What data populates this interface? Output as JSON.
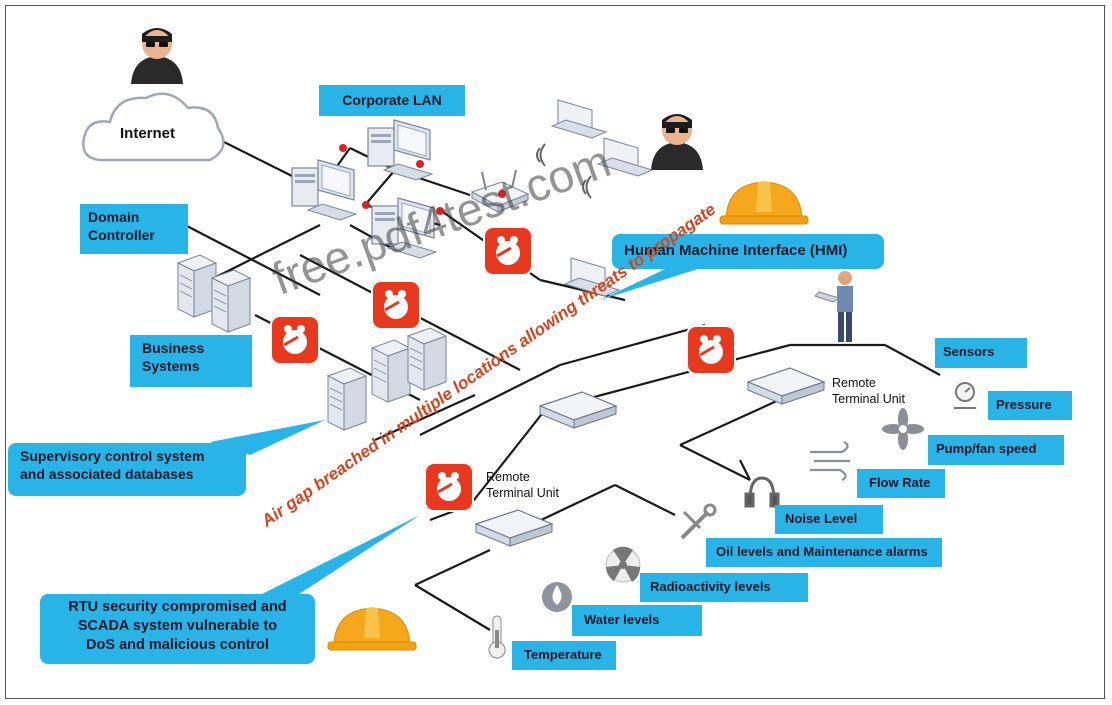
{
  "labels": {
    "internet": "Internet",
    "corporate_lan": "Corporate LAN",
    "domain_controller": "Domain\nController",
    "business_systems": "Business\nSystems",
    "hmi": "Human Machine Interface (HMI)",
    "supervisory": "Supervisory control system\nand associated databases",
    "rtu_callout": "RTU security compromised and\nSCADA system vulnerable to\nDoS and malicious control",
    "rtu_top": "Remote\nTerminal Unit",
    "rtu_bottom": "Remote\nTerminal Unit",
    "sensors": "Sensors",
    "pressure": "Pressure",
    "pump_fan": "Pump/fan speed",
    "flow_rate": "Flow Rate",
    "noise_level": "Noise Level",
    "oil_levels": "Oil levels and Maintenance alarms",
    "radioactivity": "Radioactivity levels",
    "water_levels": "Water levels",
    "temperature": "Temperature",
    "air_gap": "Air gap breached in multiple locations allowing threats to propagate",
    "watermark": "free.pdf4test.com"
  },
  "colors": {
    "box": "#29b4e8",
    "threat": "#e8391e",
    "air_gap_text": "#d9431c",
    "line": "#1a1a1a"
  },
  "icons": [
    "hacker-icon",
    "cloud-icon",
    "computer-icon",
    "server-icon",
    "laptop-icon",
    "router-icon",
    "hard-hat-icon",
    "malware-bug-icon",
    "network-switch-icon",
    "gauge-icon",
    "fan-icon",
    "wind-icon",
    "headphones-icon",
    "wrench-icon",
    "radiation-icon",
    "water-drop-icon",
    "thermometer-icon",
    "operator-icon"
  ]
}
